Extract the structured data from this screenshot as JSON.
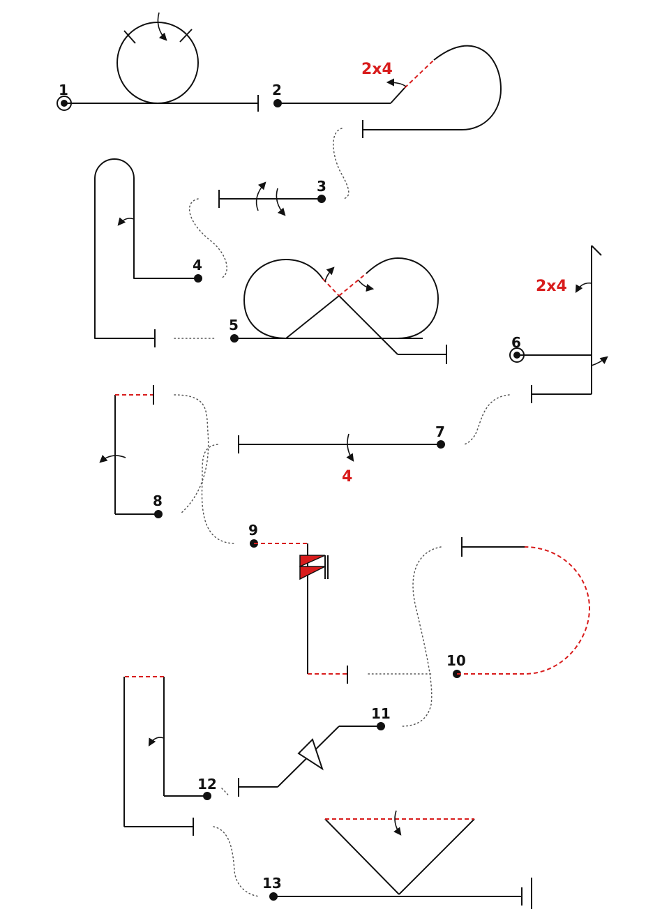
{
  "figure_labels": {
    "n1": "1",
    "n2": "2",
    "n3": "3",
    "n4": "4",
    "n5": "5",
    "n6": "6",
    "n7": "7",
    "n8": "8",
    "n9": "9",
    "n10": "10",
    "n11": "11",
    "n12": "12",
    "n13": "13"
  },
  "annotations": {
    "rotation_a": "2x4",
    "rotation_b": "2x4",
    "roll_count": "4"
  },
  "colors": {
    "line": "#111111",
    "highlight": "#d81c1c",
    "connector": "#555555"
  }
}
